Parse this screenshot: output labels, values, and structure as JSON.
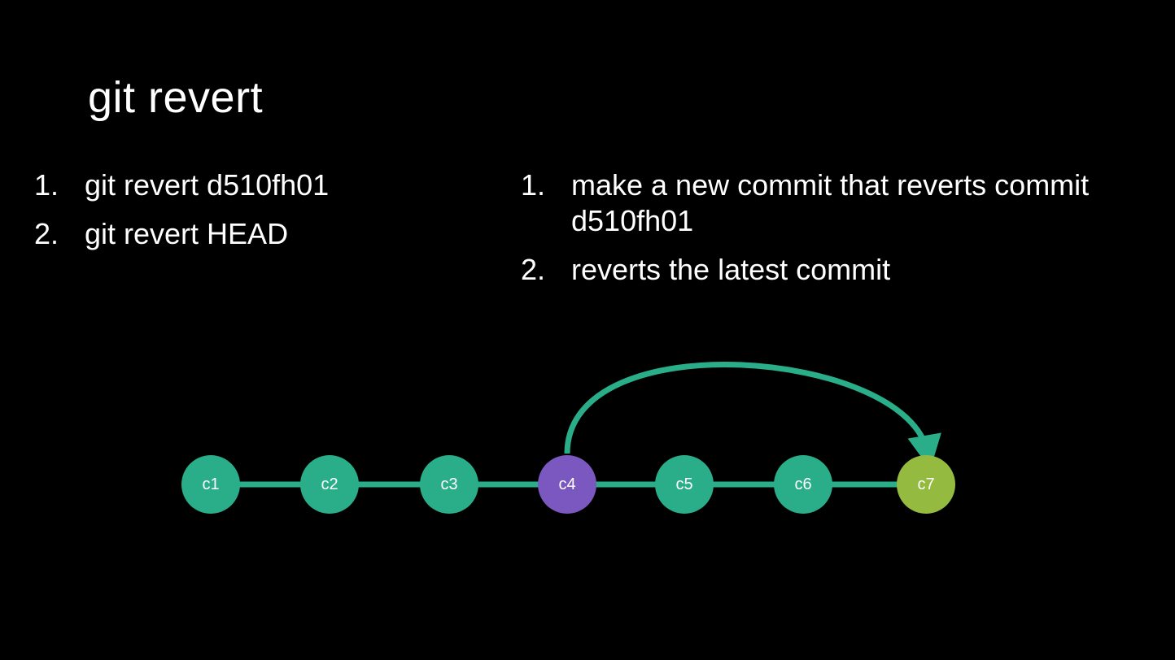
{
  "title": "git revert",
  "commands": [
    {
      "num": "1.",
      "text": "git revert d510fh01"
    },
    {
      "num": "2.",
      "text": "git revert HEAD"
    }
  ],
  "descriptions": [
    {
      "num": "1.",
      "text": "make a new commit that reverts commit d510fh01"
    },
    {
      "num": "2.",
      "text": "reverts the latest commit"
    }
  ],
  "commits": [
    {
      "id": "c1",
      "role": "normal"
    },
    {
      "id": "c2",
      "role": "normal"
    },
    {
      "id": "c3",
      "role": "normal"
    },
    {
      "id": "c4",
      "role": "reverted"
    },
    {
      "id": "c5",
      "role": "normal"
    },
    {
      "id": "c6",
      "role": "normal"
    },
    {
      "id": "c7",
      "role": "revert-commit"
    }
  ],
  "arrow": {
    "from": "c4",
    "to": "c7"
  },
  "colors": {
    "background": "#000000",
    "text": "#ffffff",
    "normal": "#2aae8a",
    "reverted": "#7a58c0",
    "revert-commit": "#94bb40",
    "line": "#2aae8a"
  }
}
